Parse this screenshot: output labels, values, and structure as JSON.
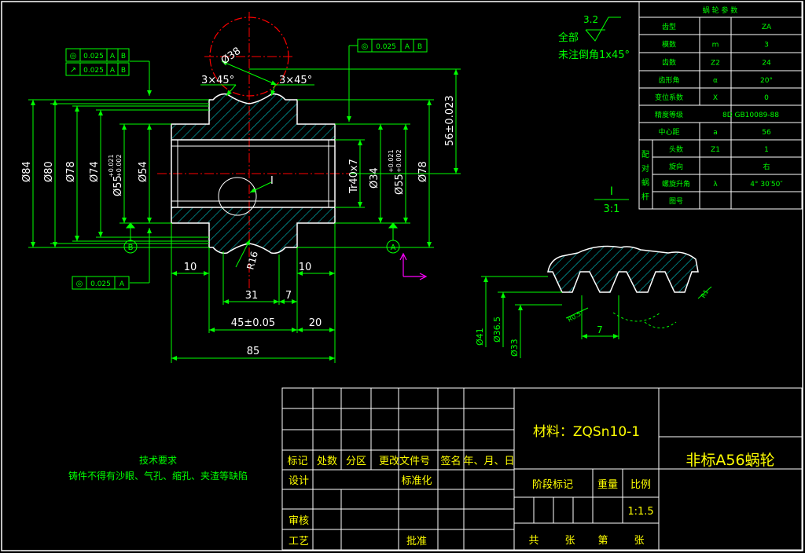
{
  "colors": {
    "background": "#000000",
    "outline": "#ffffff",
    "dimension": "#00ff00",
    "centerline": "#ff0000",
    "hatch": "#00bfbf",
    "text": "#00ff00",
    "title_text": "#ffff00",
    "ucs": "#ff00ff"
  },
  "gear_table": {
    "title": "蜗 轮 参 数",
    "rows": [
      {
        "name": "齿型",
        "symbol": "",
        "value": "ZA"
      },
      {
        "name": "模数",
        "symbol": "m",
        "value": "3"
      },
      {
        "name": "齿数",
        "symbol": "Z2",
        "value": "24"
      },
      {
        "name": "齿形角",
        "symbol": "α",
        "value": "20°"
      },
      {
        "name": "变位系数",
        "symbol": "X",
        "value": "0"
      },
      {
        "name": "精度等级",
        "symbol": "",
        "value": "8D GB10089-88"
      },
      {
        "name": "中心距",
        "symbol": "a",
        "value": "56"
      }
    ],
    "mating_group_label": "配对蜗杆",
    "mating_rows": [
      {
        "name": "头数",
        "symbol": "Z1",
        "value": "1"
      },
      {
        "name": "旋向",
        "symbol": "",
        "value": "右"
      },
      {
        "name": "螺旋升角",
        "symbol": "λ",
        "value": "4° 30′50″"
      },
      {
        "name": "图号",
        "symbol": "",
        "value": ""
      }
    ]
  },
  "surface_note": {
    "roughness": "3.2",
    "line1": "全部",
    "line2": "未注倒角1x45°"
  },
  "tolerance_frames": {
    "tl1": {
      "symbol": "◎",
      "value": "0.025",
      "datum_a": "A",
      "datum_b": "B"
    },
    "tl2": {
      "symbol": "↗",
      "value": "0.025",
      "datum_a": "A",
      "datum_b": "B"
    },
    "tr": {
      "symbol": "◎",
      "value": "0.025",
      "datum_a": "A",
      "datum_b": "B"
    },
    "bl": {
      "symbol": "◎",
      "value": "0.025",
      "datum_a": "A",
      "datum_b": ""
    }
  },
  "datum_labels": {
    "left": "B",
    "right": "A"
  },
  "dims": {
    "d38": "Ø38",
    "cham_left": "3×45°",
    "cham_right": "3×45°",
    "d84": "Ø84",
    "d80": "Ø80",
    "d78": "Ø78",
    "d74": "Ø74",
    "d55_left": "Ø55",
    "tol_left_top": "+0.021",
    "tol_left_bot": "+0.002",
    "d54": "Ø54",
    "tr40": "Tr40x7",
    "d34": "Ø34",
    "d55_right": "Ø55",
    "tol_right_top": "+0.021",
    "tol_right_bot": "+0.002",
    "d78_right": "Ø78",
    "d56": "56±0.023",
    "detail_ref": "I",
    "r16": "R16",
    "w10a": "10",
    "w10b": "10",
    "w31": "31",
    "w7": "7",
    "w45": "45±0.05",
    "w20": "20",
    "w85": "85"
  },
  "detail": {
    "label": "I",
    "scale": "3:1",
    "d41": "Ø41",
    "d365": "Ø36.5",
    "d33": "Ø33",
    "pitch": "7",
    "r05": "R0.5",
    "r1": "R1"
  },
  "tech_req": {
    "title": "技术要求",
    "line1": "铸件不得有沙眼、气孔、缩孔、夹渣等缺陷"
  },
  "title_block": {
    "revision_headers": [
      "标记",
      "处数",
      "分区",
      "更改文件号",
      "签名",
      "年、月、日"
    ],
    "design": "设计",
    "standardize": "标准化",
    "review": "审核",
    "process": "工艺",
    "approve": "批准",
    "material": "材料：ZQSn10-1",
    "part_name": "非标A56蜗轮",
    "stage_mark": "阶段标记",
    "weight": "重量",
    "scale_label": "比例",
    "scale_value": "1:1.5",
    "sheets": "共        张       第        张"
  }
}
